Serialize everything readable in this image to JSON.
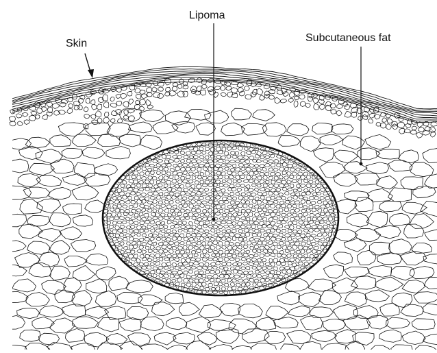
{
  "diagram": {
    "labels": {
      "skin": "Skin",
      "lipoma": "Lipoma",
      "fat": "Subcutaneous fat"
    },
    "colors": {
      "ink": "#111111",
      "background": "#ffffff"
    }
  }
}
